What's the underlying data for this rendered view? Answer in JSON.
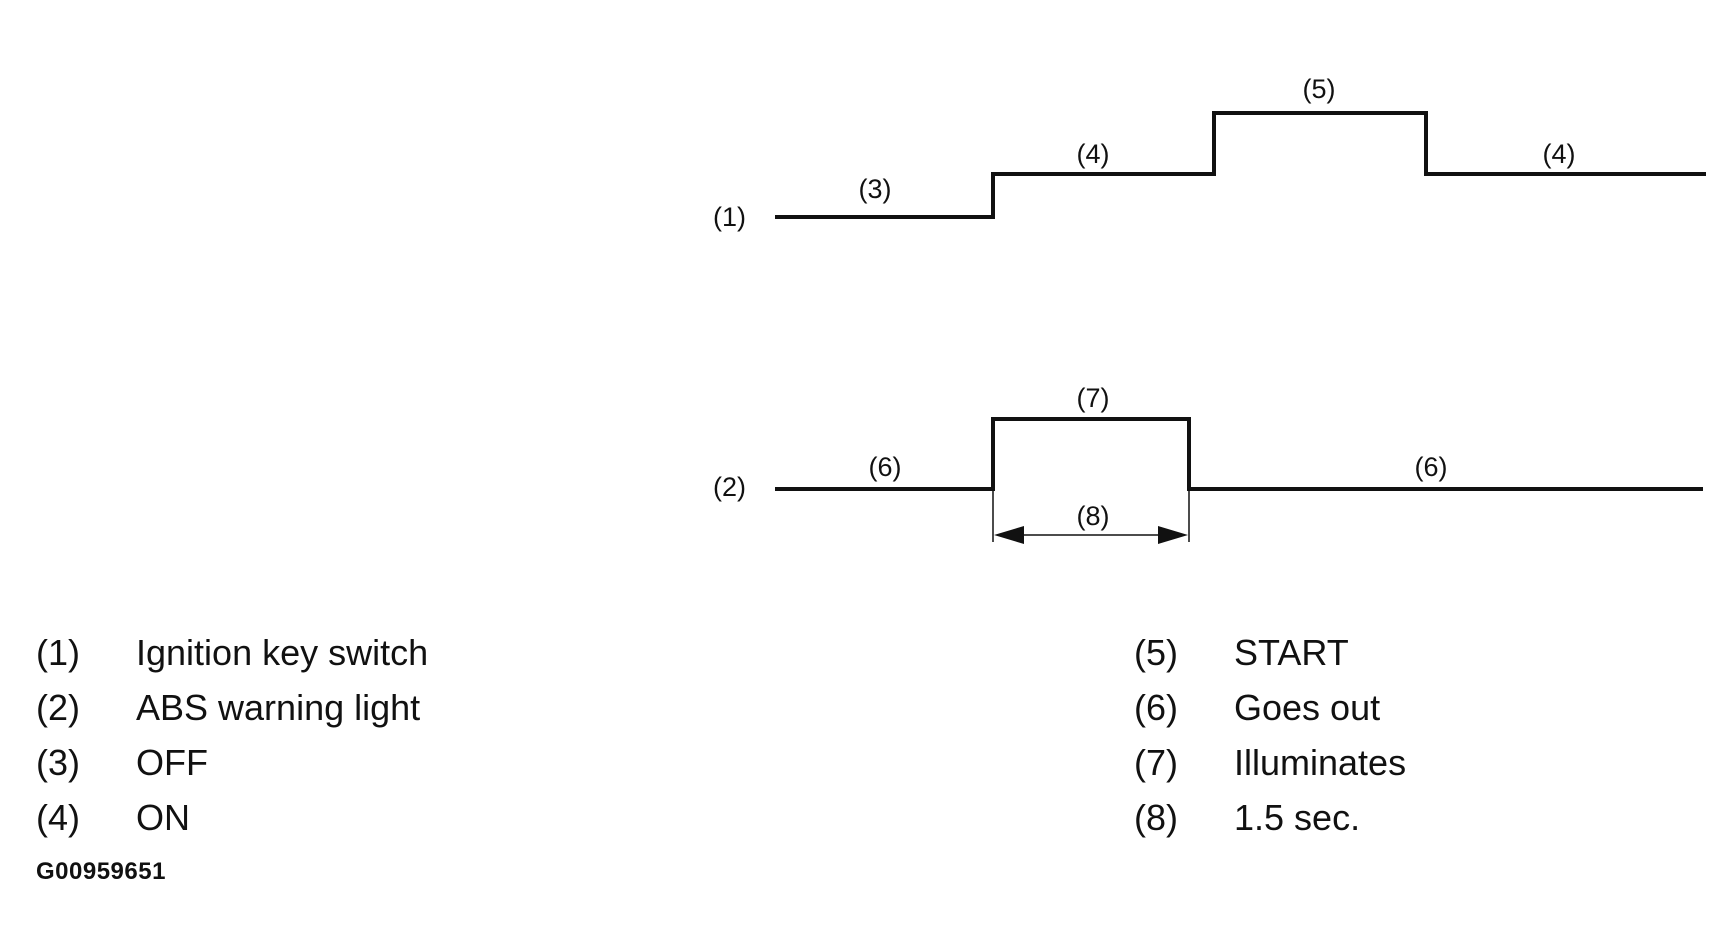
{
  "diagram": {
    "trace_labels": {
      "ignition": "(1)",
      "abs_light": "(2)"
    },
    "segment_labels": {
      "off": "(3)",
      "on_first": "(4)",
      "start": "(5)",
      "on_second": "(4)",
      "goes_out_first": "(6)",
      "illuminates": "(7)",
      "goes_out_second": "(6)",
      "duration": "(8)"
    }
  },
  "legend": {
    "left": [
      {
        "num": "(1)",
        "text": "Ignition key switch"
      },
      {
        "num": "(2)",
        "text": "ABS warning light"
      },
      {
        "num": "(3)",
        "text": "OFF"
      },
      {
        "num": "(4)",
        "text": "ON"
      }
    ],
    "right": [
      {
        "num": "(5)",
        "text": "START"
      },
      {
        "num": "(6)",
        "text": "Goes out"
      },
      {
        "num": "(7)",
        "text": "Illuminates"
      },
      {
        "num": "(8)",
        "text": "1.5 sec."
      }
    ]
  },
  "figure_id": "G00959651"
}
